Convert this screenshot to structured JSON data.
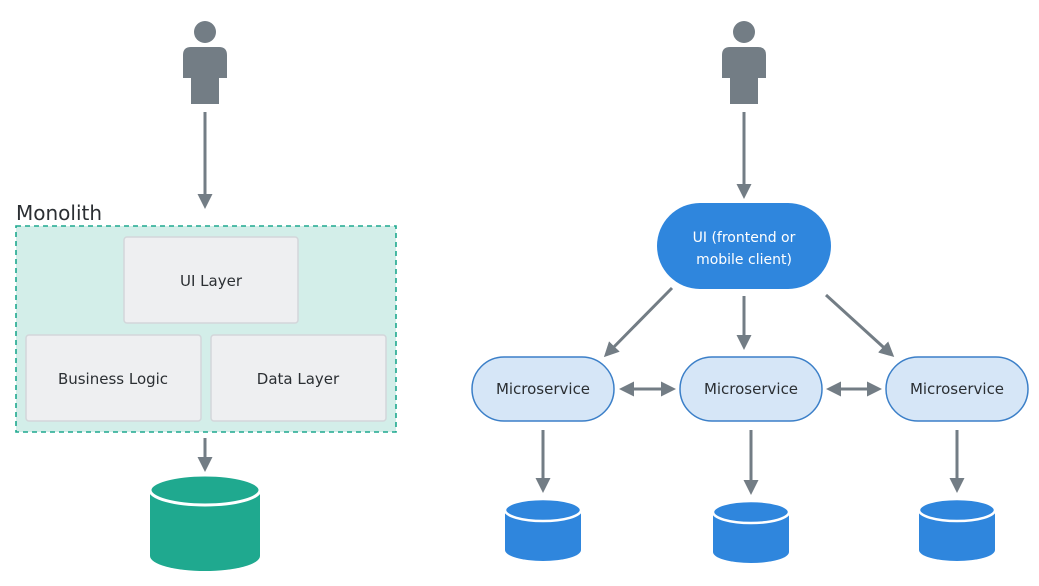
{
  "monolith": {
    "title": "Monolith",
    "ui_layer": "UI Layer",
    "business_logic": "Business Logic",
    "data_layer": "Data Layer"
  },
  "microservices": {
    "ui_node_line1": "UI (frontend or",
    "ui_node_line2": "mobile client)",
    "services": [
      "Microservice",
      "Microservice",
      "Microservice"
    ]
  },
  "icons": {
    "user": "person-icon",
    "database": "database-cylinder-icon"
  },
  "colors": {
    "gray": "#737d85",
    "teal": "#1fa98f",
    "teal_fill": "#d3eee9",
    "box_fill": "#eeeff1",
    "box_stroke": "#d3d6da",
    "blue": "#2f86dd",
    "blue_light": "#d6e6f7",
    "blue_stroke": "#3b7fc8",
    "arrow": "#737d85"
  }
}
